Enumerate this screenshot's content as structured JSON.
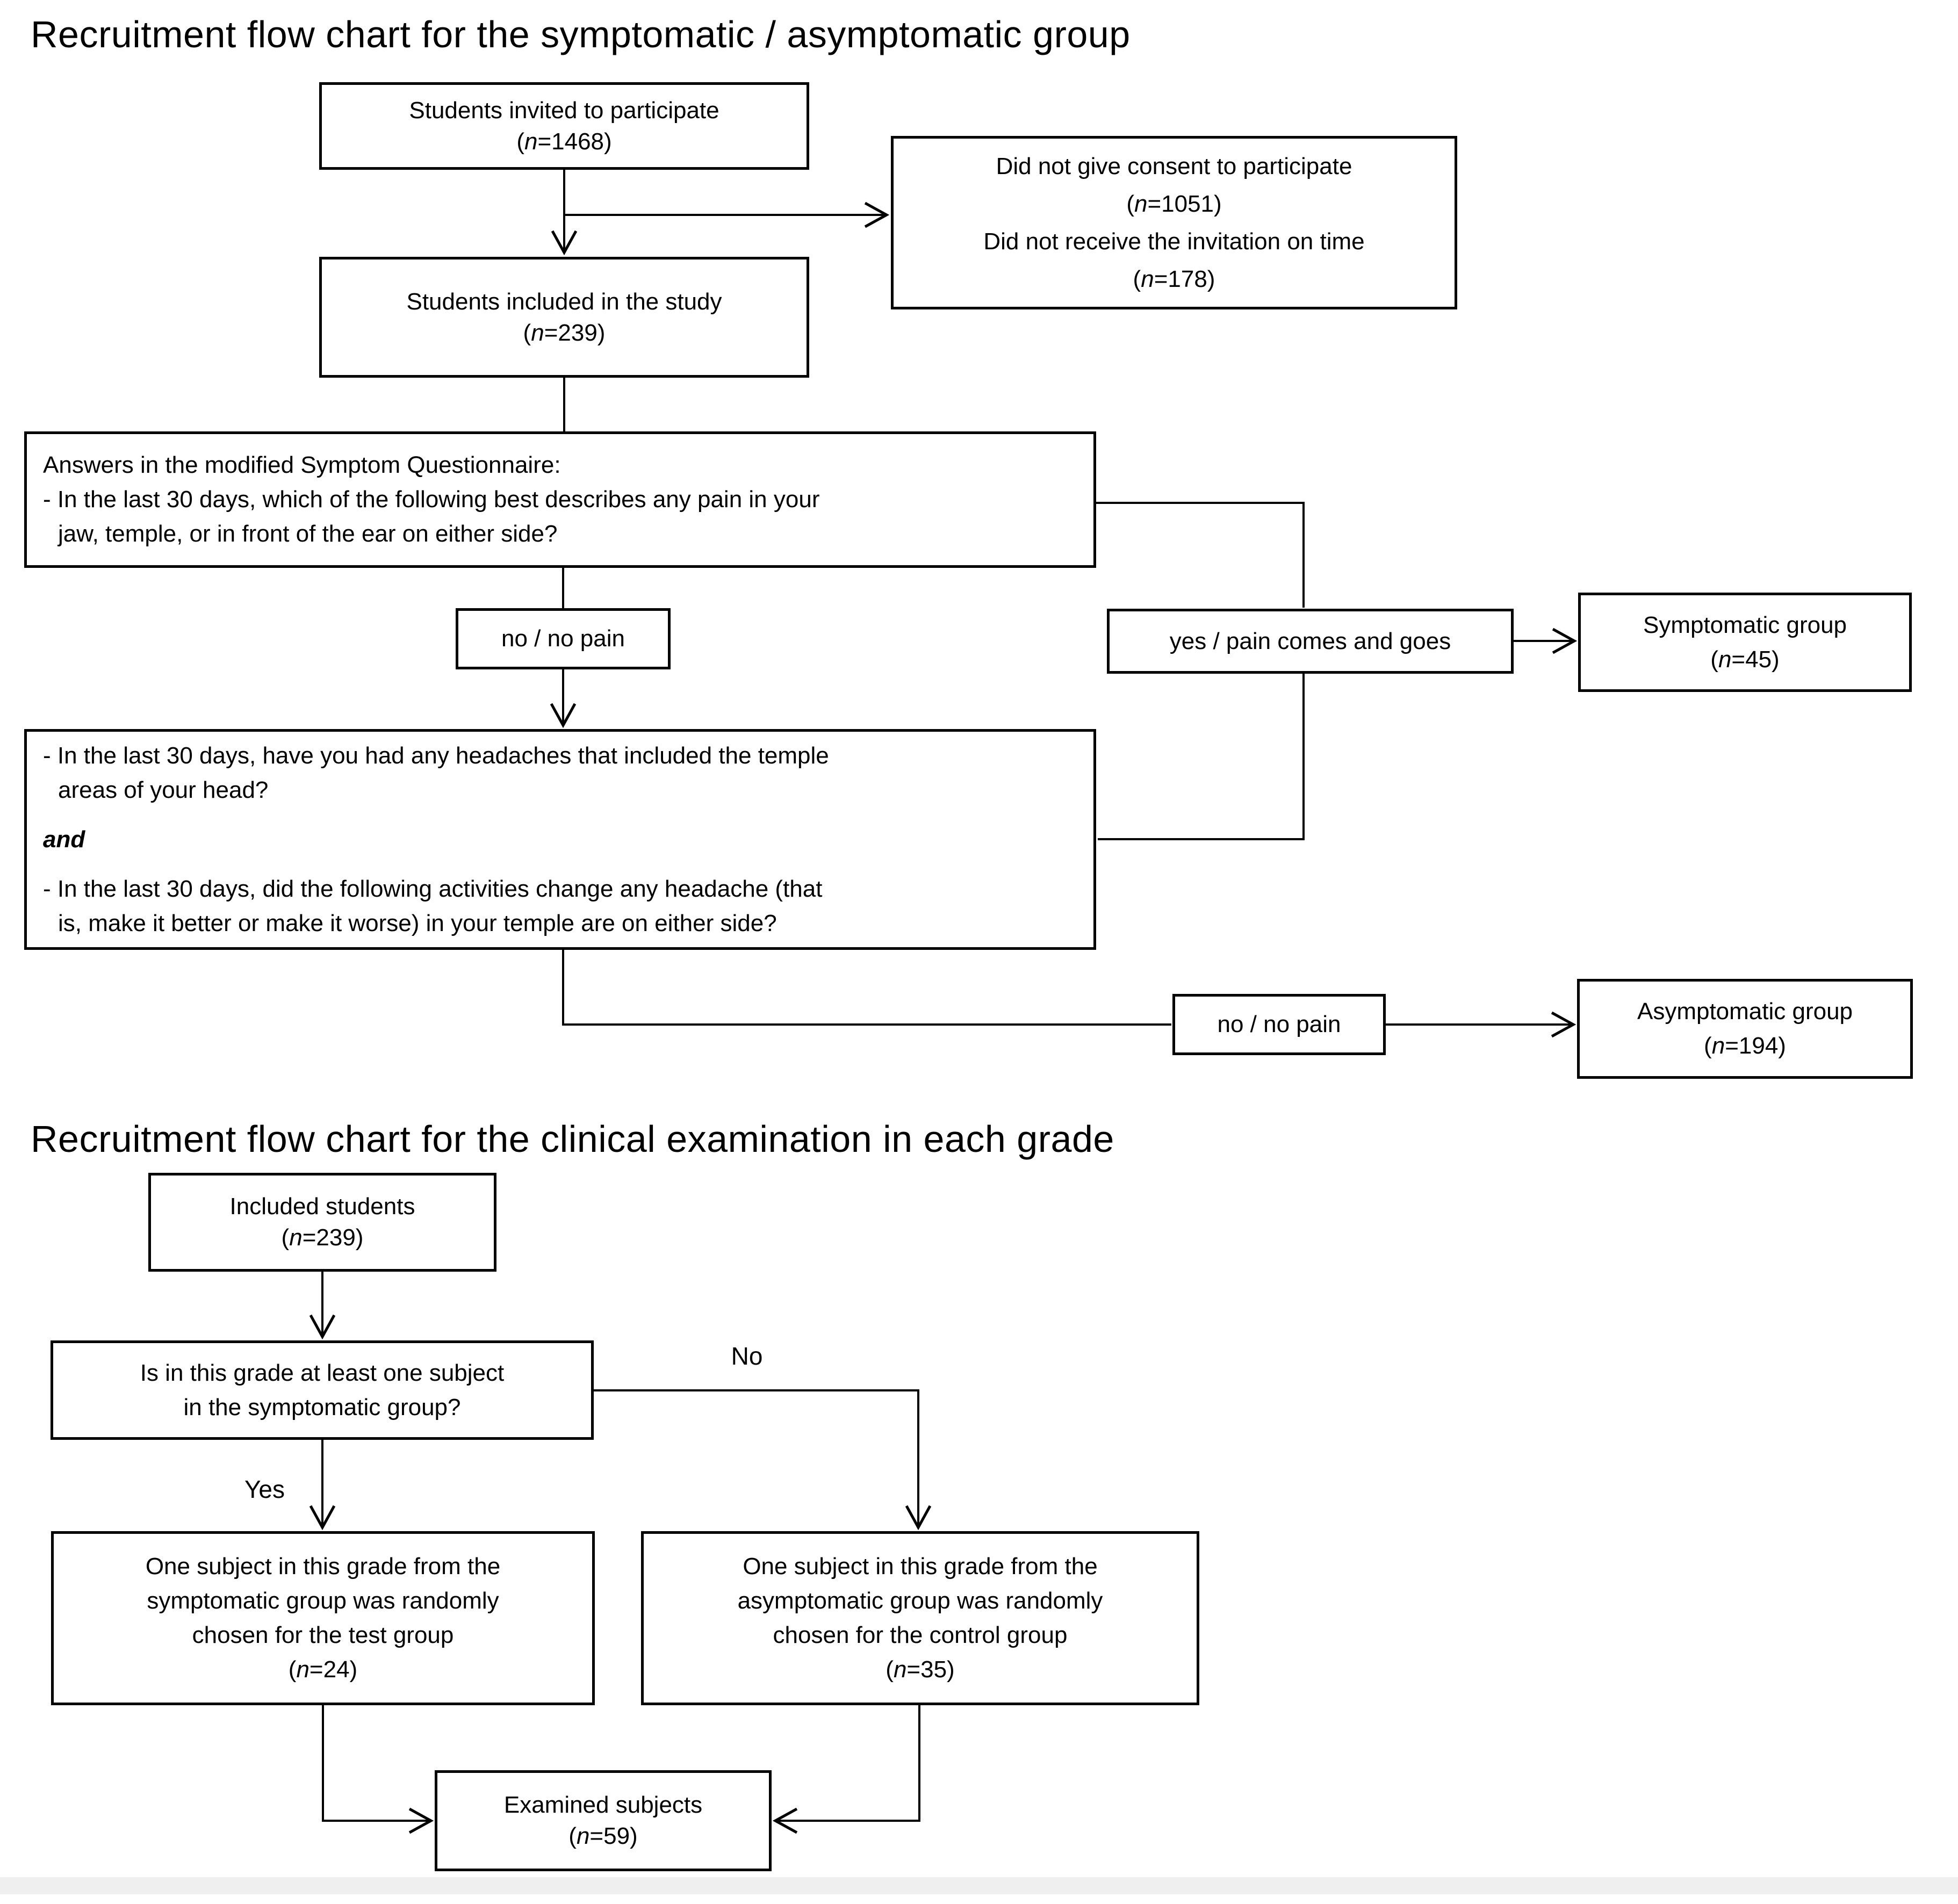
{
  "figure": {
    "background": "#ffffff",
    "ink": "#000000"
  },
  "chart1": {
    "title": "Recruitment flow chart for the symptomatic / asymptomatic group",
    "invited": {
      "label": "Students invited to participate",
      "n": "(n=1468)"
    },
    "excluded": {
      "line1": "Did not give consent to participate",
      "n1": "(n=1051)",
      "line2": "Did not receive the invitation on time",
      "n2": "(n=178)"
    },
    "included": {
      "label": "Students included in the study",
      "n": "(n=239)"
    },
    "questionnaire": {
      "header": "Answers in the modified Symptom Questionnaire:",
      "q1_line1": "- In the last 30 days, which of the following best describes any pain in your",
      "q1_line2": "jaw, temple, or in front of the ear on either side?"
    },
    "no_pain_1": {
      "label": "no / no pain"
    },
    "yes_pain": {
      "label": "yes / pain comes and goes"
    },
    "symptomatic": {
      "label": "Symptomatic group",
      "n": "(n=45)"
    },
    "headache_questions": {
      "q2_line1": "- In the last 30 days, have you had any headaches that included the temple",
      "q2_line2": "areas of your head?",
      "and_word": "and",
      "q3_line1": "- In the last 30 days, did the following activities change any headache (that",
      "q3_line2": "is, make it better or make it worse) in your temple are on either side?"
    },
    "no_pain_2": {
      "label": "no / no pain"
    },
    "asymptomatic": {
      "label": "Asymptomatic group",
      "n": "(n=194)"
    }
  },
  "chart2": {
    "title": "Recruitment flow chart for the clinical examination in each grade",
    "included": {
      "label": "Included students",
      "n": "(n=239)"
    },
    "grade_question": {
      "line1": "Is in this grade at least one subject",
      "line2": "in the symptomatic group?"
    },
    "labels": {
      "yes": "Yes",
      "no": "No"
    },
    "test_group": {
      "line1": "One subject in this grade from the",
      "line2": "symptomatic group was randomly",
      "line3": "chosen for the test group",
      "n": "(n=24)"
    },
    "control_group": {
      "line1": "One subject in this grade from the",
      "line2": "asymptomatic group was randomly",
      "line3": "chosen for the control group",
      "n": "(n=35)"
    },
    "examined": {
      "label": "Examined subjects",
      "n": "(n=59)"
    }
  }
}
